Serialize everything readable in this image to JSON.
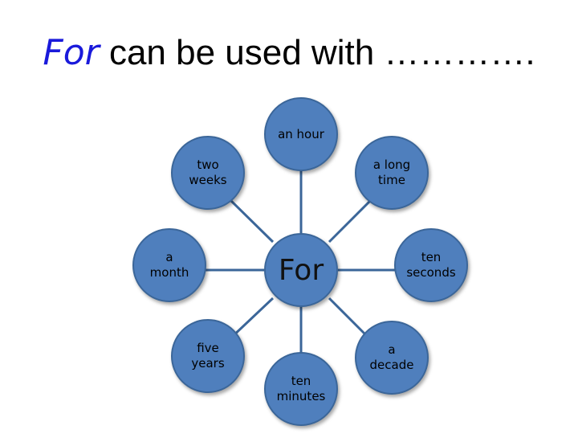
{
  "title": {
    "keyword": "For",
    "rest": " can be used with …………."
  },
  "center": {
    "label": "For"
  },
  "nodes": [
    {
      "label": "an hour"
    },
    {
      "label": "a long\ntime"
    },
    {
      "label": "ten\nseconds"
    },
    {
      "label": "a\ndecade"
    },
    {
      "label": "ten\nminutes"
    },
    {
      "label": "five\nyears"
    },
    {
      "label": "a\nmonth"
    },
    {
      "label": "two\nweeks"
    }
  ],
  "colors": {
    "node_fill": "#4f7fbd",
    "connector": "#3b6699",
    "keyword": "#1a1adb"
  }
}
